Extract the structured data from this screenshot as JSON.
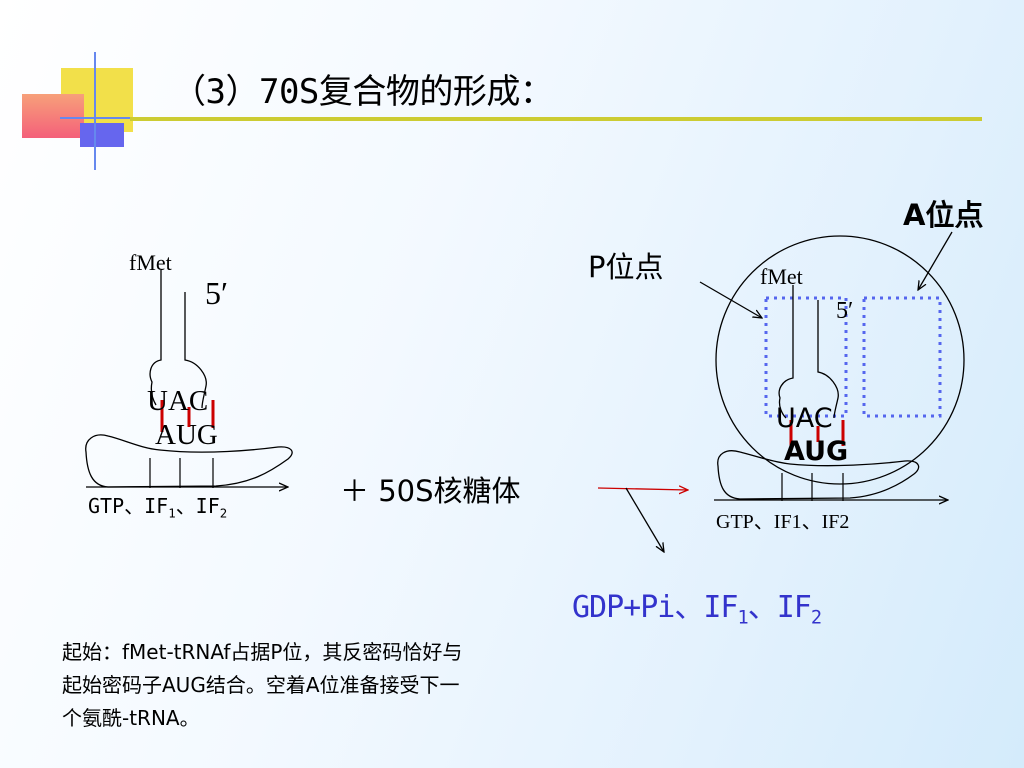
{
  "title": "（3）70S复合物的形成：",
  "left_complex": {
    "amino_acid": "fMet",
    "five_prime": "5′",
    "anticodon": "UAC",
    "codon": "AUG",
    "factors": {
      "prefix": "GTP、IF",
      "sub1": "1",
      "mid": "、IF",
      "sub2": "2"
    }
  },
  "plus_label": "＋ 50S核糖体",
  "right_complex": {
    "a_site_label": "A位点",
    "p_site_label": "P位点",
    "amino_acid": "fMet",
    "five_prime": "5′",
    "anticodon": "UAC",
    "codon": "AUG",
    "factors": "GTP、IF1、IF2"
  },
  "products": {
    "prefix": "GDP+Pi、IF",
    "sub1": "1",
    "mid": "、IF",
    "sub2": "2"
  },
  "description": {
    "line1": "起始：fMet-tRNAf占据P位，其反密码恰好与",
    "line2": "起始密码子AUG结合。空着A位准备接受下一",
    "line3": "个氨酰-tRNA。"
  },
  "colors": {
    "title_rule": "#cccc33",
    "deco_yellow": "#f2e04a",
    "deco_pink": "#f46c7a",
    "deco_blue_line": "#6688ee",
    "deco_purple": "#6666ee",
    "site_box": "#5566ee",
    "codon_pair_mark": "#cc0000",
    "arrow_red": "#cc0000",
    "products_text": "#3333cc"
  }
}
